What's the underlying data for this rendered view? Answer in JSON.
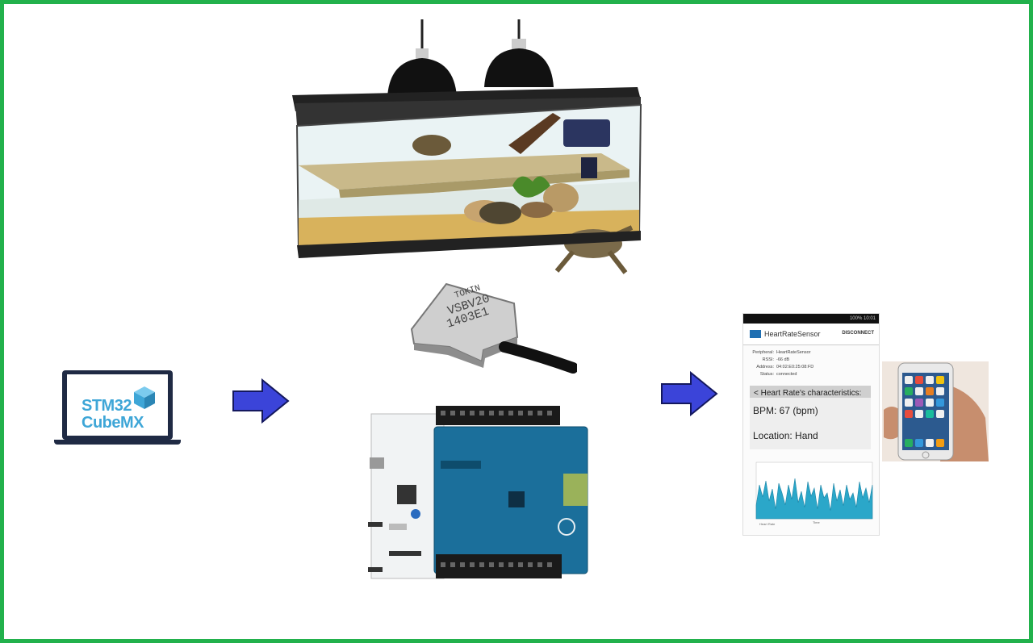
{
  "tool": {
    "line1": "STM32",
    "line2": "CubeMX"
  },
  "sensor": {
    "brand": "TOKIN",
    "model": "VSBV20",
    "serial": "1403E1"
  },
  "app": {
    "status_time": "10:01",
    "status_battery": "100%",
    "title": "HeartRateSensor",
    "disconnect_label": "DISCONNECT",
    "info": [
      {
        "key": "Peripheral:",
        "value": "HeartRateSensor"
      },
      {
        "key": "RSSI:",
        "value": "-66 dB"
      },
      {
        "key": "Address:",
        "value": "04:02:E0:25:08:FD"
      },
      {
        "key": "Status:",
        "value": "connected"
      }
    ],
    "characteristics_header": "<  Heart Rate's characteristics:",
    "bpm": "BPM: 67 (bpm)",
    "location": "Location: Hand",
    "chart_legend": "Heart Rate",
    "chart_xlabel": "Time"
  },
  "colors": {
    "border": "#22b14c",
    "arrow": "#3b44d9",
    "cube": "#3ea6d7",
    "laptop": "#1f2a44"
  },
  "icons": [
    "laptop-icon",
    "cube-icon",
    "right-arrow-icon"
  ]
}
